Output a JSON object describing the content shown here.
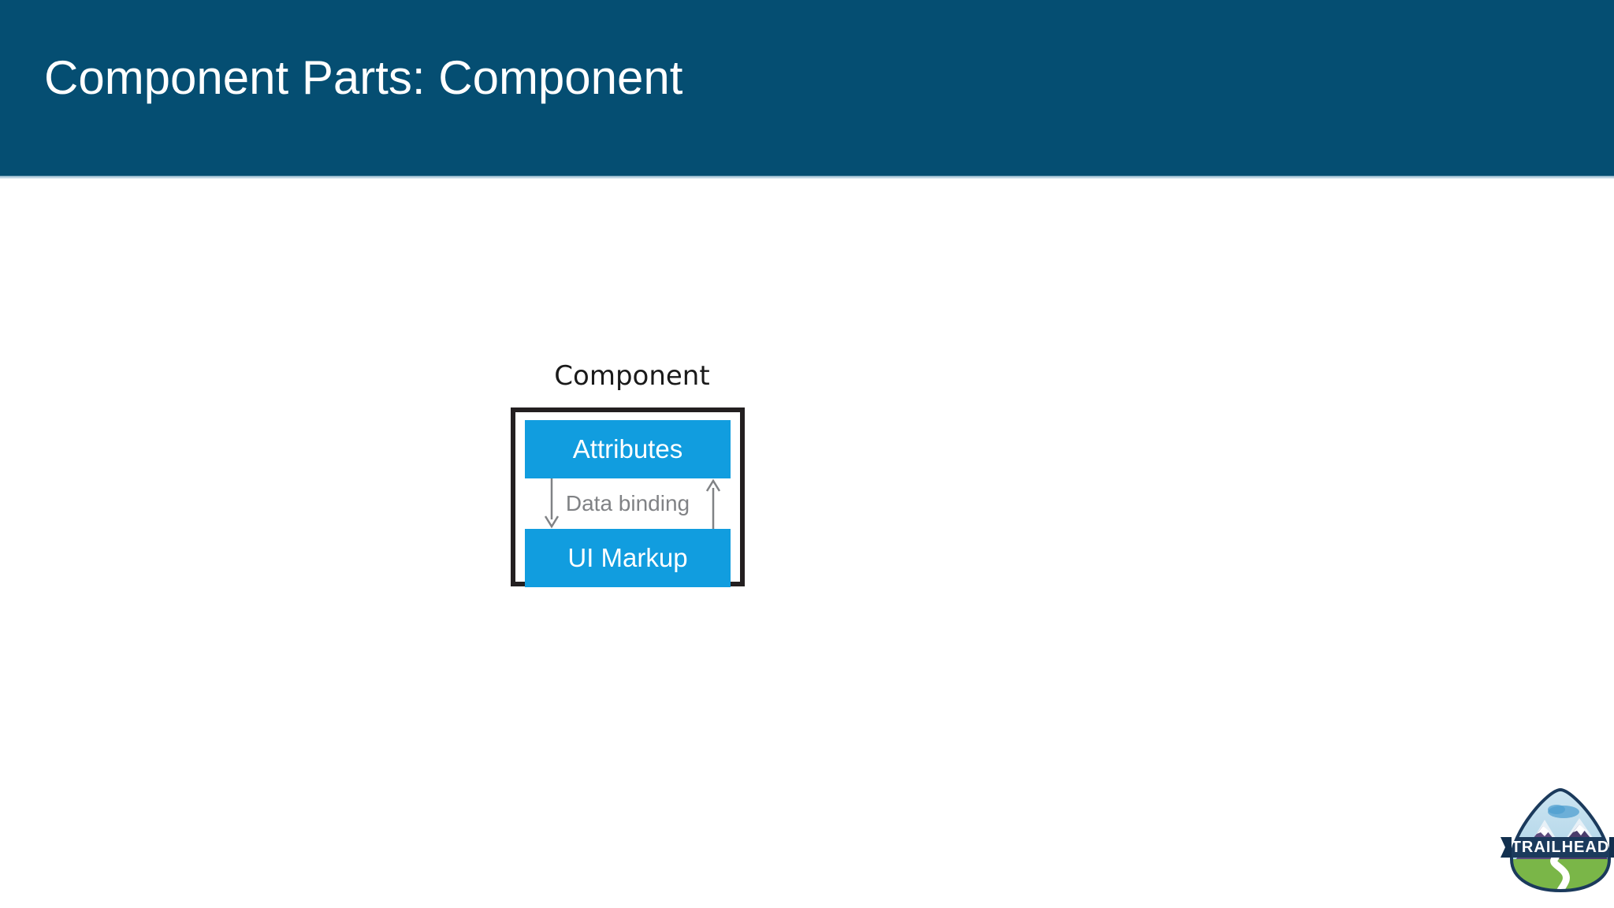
{
  "slide": {
    "title": "Component Parts: Component",
    "title_bar_color": "#054e72",
    "background_color": "#ffffff"
  },
  "diagram": {
    "type": "block-diagram",
    "outer_label": "Component",
    "outer_box": {
      "border_color": "#231f20",
      "fill_color": "#ffffff"
    },
    "blocks": [
      {
        "label": "Attributes",
        "fill_color": "#119ddf",
        "text_color": "#ffffff",
        "position": "top"
      },
      {
        "label": "UI Markup",
        "fill_color": "#119ddf",
        "text_color": "#ffffff",
        "position": "bottom"
      }
    ],
    "connector": {
      "label": "Data binding",
      "label_color": "#808285",
      "arrows": [
        {
          "name": "attributes-to-ui-markup",
          "direction": "down",
          "side": "left",
          "color": "#808285"
        },
        {
          "name": "ui-markup-to-attributes",
          "direction": "up",
          "side": "right",
          "color": "#808285"
        }
      ]
    }
  },
  "logo": {
    "name": "trailhead-logo",
    "wordmark": "TRAILHEAD",
    "colors": {
      "sky": "#9ecbe3",
      "mountain": "#5b4a7d",
      "banner": "#1b3a5c",
      "grass": "#7ab648",
      "outline": "#1b3a5c",
      "path": "#ffffff"
    }
  }
}
